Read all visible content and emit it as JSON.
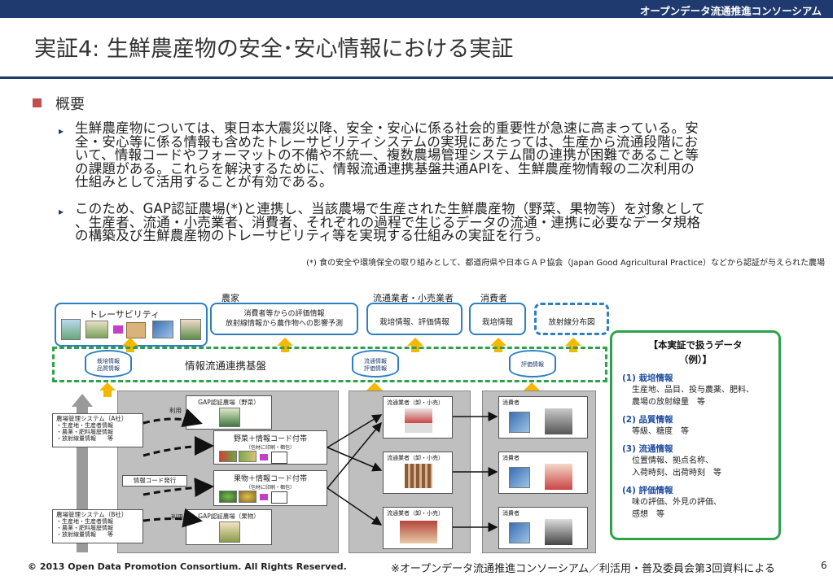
{
  "header": {
    "org": "オープンデータ流通推進コンソーシアム",
    "title": "実証4: 生鮮農産物の安全･安心情報における実証"
  },
  "overview": {
    "heading": "概要",
    "bullets": [
      {
        "lines": [
          "生鮮農産物については、東日本大震災以降、安全・安心に係る社会的重要性が急速に高まっている。安",
          "全・安心等に係る情報も含めたトレーサビリティシステムの実現にあたっては、生産から流通段階にお",
          "いて、情報コードやフォーマットの不備や不統一、複数農場管理システム間の連携が困難であること等",
          "の課題がある。これらを解決するために、情報流通連携基盤共通APIを、生鮮農産物情報の二次利用の",
          "仕組みとして活用することが有効である。"
        ]
      },
      {
        "lines": [
          "このため、GAP認証農場(*)と連携し、当該農場で生産された生鮮農産物（野菜、果物等）を対象として",
          "、生産者、流通・小売業者、消費者、それぞれの過程で生じるデータの流通・連携に必要なデータ規格",
          "の構築及び生鮮農産物のトレーサビリティ等を実現する仕組みの実証を行う。"
        ]
      }
    ],
    "note": "(*) 食の安全や環境保全の取り組みとして、都道府県や日本ＧＡＰ協会（Japan Good Agricultural Practice）などから認証が与えられた農場"
  },
  "diagram": {
    "col_farmer": "農家",
    "col_distributor": "流通業者・小売業者",
    "col_consumer": "消費者",
    "traceability": "トレーサビリティ",
    "evaluation_line1": "消費者等からの評価情報",
    "evaluation_line2": "放射線情報から農作物への影響予測",
    "cultivation_eval": "栽培情報、評価情報",
    "cultivation": "栽培情報",
    "radiation_map": "放射線分布図",
    "platform": "情報流通連携基盤",
    "cyl1_a": "栽培情報",
    "cyl1_b": "品質情報",
    "cyl2_a": "流通情報",
    "cyl2_b": "評価情報",
    "cyl3": "評価情報",
    "use_top": "利用",
    "use_bottom": "利用",
    "gap_veg": "GAP認証農場（野菜）",
    "gap_fruit": "GAP認証農場（果物）",
    "veg_band": "野菜＋情報コード付帯",
    "fruit_band": "果物＋情報コード付帯",
    "band_note": "（包材に印刷・梱包）",
    "code_issue": "情報コード発行",
    "sysA_title": "農場管理システム（A社）",
    "sysA_items": [
      "・生産地・生産者情報",
      "・農薬・肥料履歴情報",
      "・放射線量情報　　等"
    ],
    "sysB_title": "農場管理システム（B社）",
    "sysB_items": [
      "・生産地・生産者情報",
      "・農薬・肥料履歴情報",
      "・放射線量情報　　等"
    ],
    "dist1": "流通業者（卸・小売）",
    "dist2": "流通業者（卸・小売）",
    "dist3": "流通業者（卸・小売）",
    "cons1": "消費者",
    "cons2": "消費者",
    "cons3": "消費者"
  },
  "data_panel": {
    "title1": "【本実証で扱うデータ",
    "title2": "（例）】",
    "items": [
      {
        "h": "(1) 栽培情報",
        "t": [
          "生産地、品目、投与農薬、肥料、",
          "農場の放射線量　等"
        ]
      },
      {
        "h": "(2) 品質情報",
        "t": [
          "等級、糖度　等"
        ]
      },
      {
        "h": "(3) 流通情報",
        "t": [
          "位置情報、拠点名称、",
          "入荷時刻、出荷時刻　等"
        ]
      },
      {
        "h": "(4) 評価情報",
        "t": [
          "味の評価、外見の評価、",
          "感想　等"
        ]
      }
    ]
  },
  "footer": {
    "copyright": "© 2013 Open Data Promotion Consortium. All Rights Reserved.",
    "source": "※オープンデータ流通推進コンソーシアム／利活用・普及委員会第3回資料による",
    "page": "6"
  },
  "colors": {
    "navy": "#1f3a6e",
    "blue": "#2d7fc3",
    "green": "#2ea24a",
    "arrow": "#f5b800",
    "accent": "#c0504d"
  }
}
